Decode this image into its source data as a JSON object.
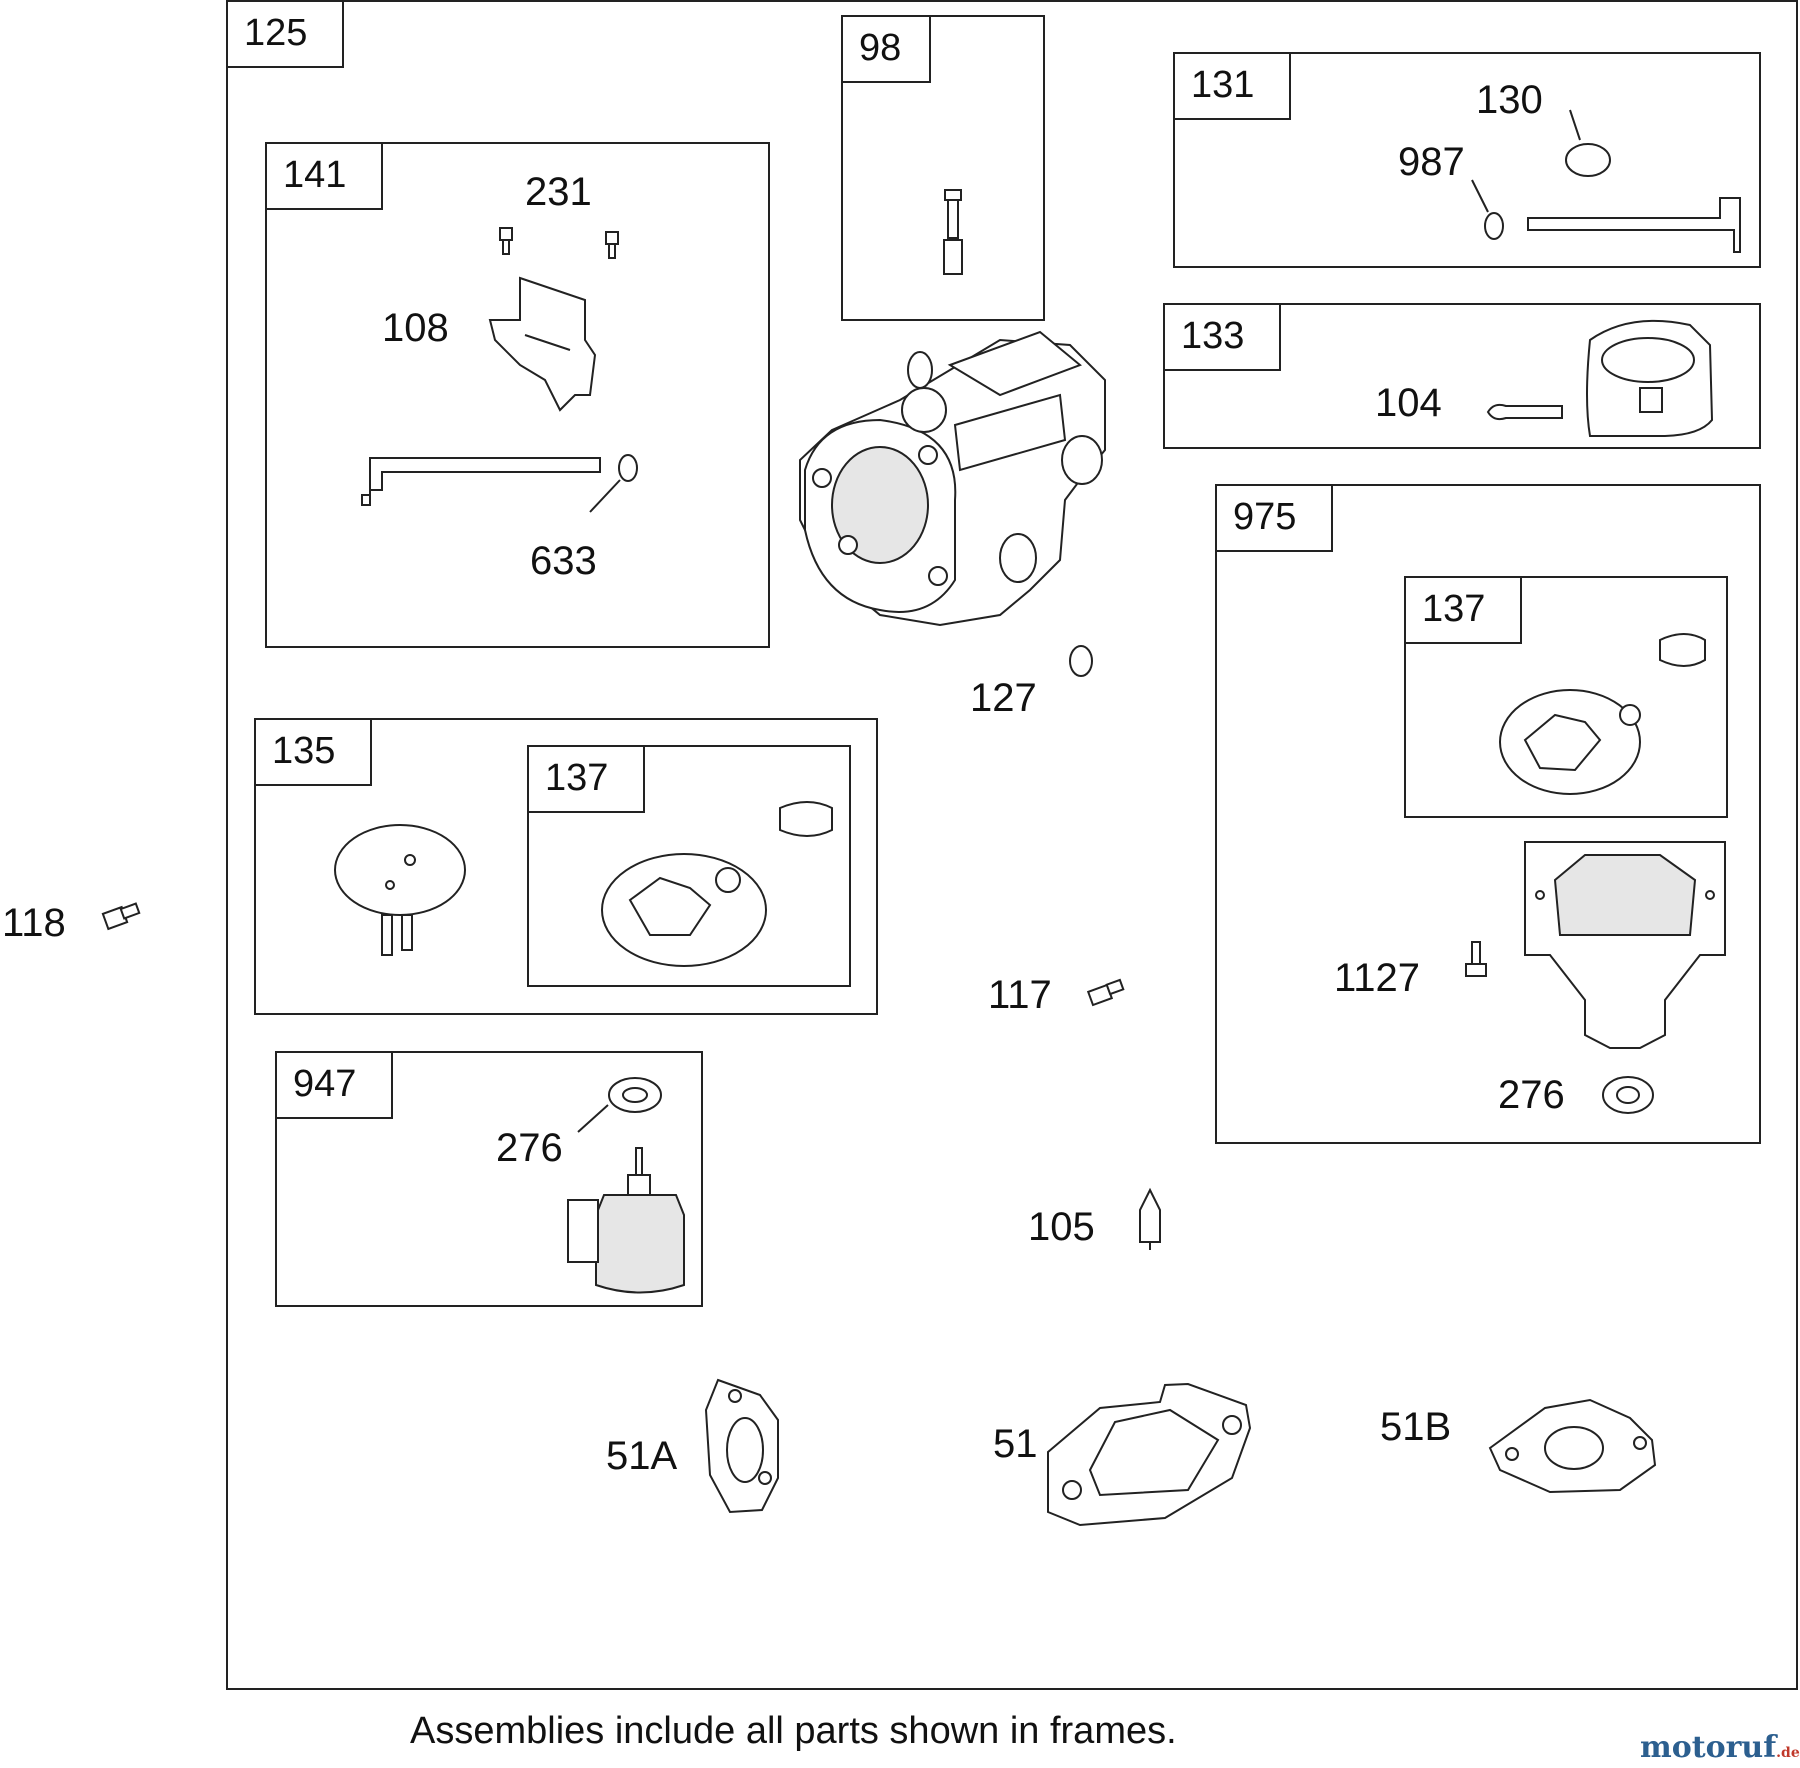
{
  "frames": {
    "f125": "125",
    "f98": "98",
    "f131": "131",
    "f141": "141",
    "f133": "133",
    "f975": "975",
    "f137_975": "137",
    "f135": "135",
    "f137_135": "137",
    "f947": "947"
  },
  "parts": {
    "p231": "231",
    "p108": "108",
    "p633": "633",
    "p130": "130",
    "p987": "987",
    "p104": "104",
    "p127": "127",
    "p118": "118",
    "p117": "117",
    "p1127": "1127",
    "p276a": "276",
    "p276b": "276",
    "p105": "105",
    "p51A": "51A",
    "p51": "51",
    "p51B": "51B"
  },
  "caption": "Assemblies include all parts shown in frames.",
  "watermark": "motoruf",
  "watermark_suffix": ".de",
  "icons": [
    "screw-icon",
    "plate-icon",
    "shaft-icon",
    "washer-icon",
    "carburetor-body-icon",
    "spring-screw-icon",
    "float-icon",
    "gasket-icon",
    "solenoid-icon",
    "bowl-icon",
    "needle-icon",
    "pin-icon"
  ]
}
